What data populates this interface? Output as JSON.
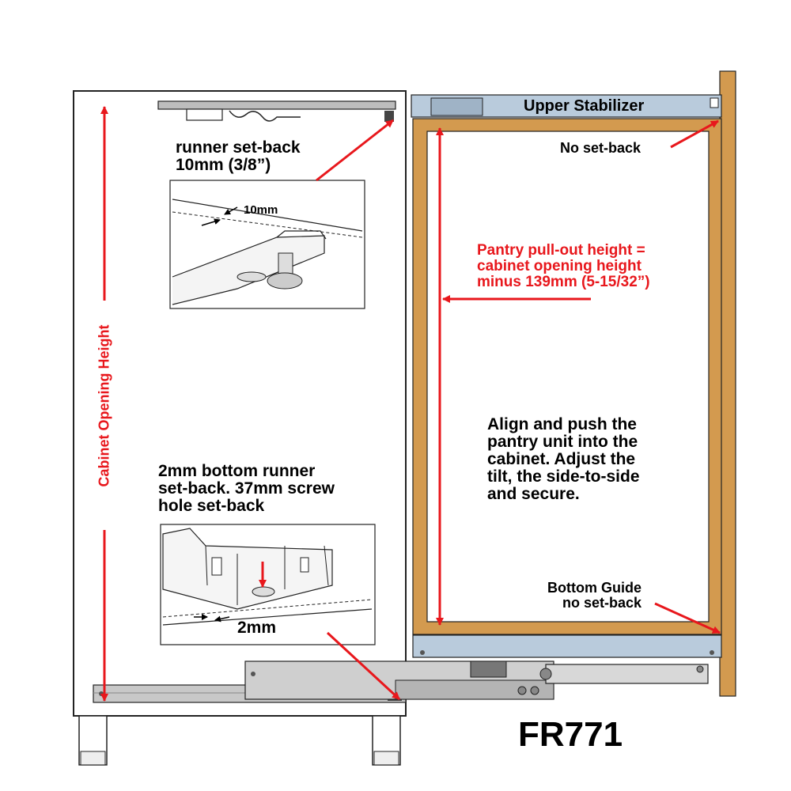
{
  "labels": {
    "runner_setback": "runner set-back\n10mm (3/8”)",
    "mm10": "10mm",
    "bottom_setback": "2mm bottom runner\nset-back.  37mm screw\nhole set-back",
    "mm2": "2mm",
    "cabinet_opening_height": "Cabinet Opening Height",
    "upper_stabilizer": "Upper Stabilizer",
    "no_setback": "No set-back",
    "pantry_height": "Pantry pull-out height =\ncabinet opening height\nminus 139mm (5-15/32”)",
    "align_instructions": "Align and push the\npantry unit into the\ncabinet.  Adjust the\ntilt, the side-to-side\nand secure.",
    "bottom_guide": "Bottom Guide\nno set-back",
    "model": "FR771"
  },
  "colors": {
    "annotation_red": "#e8171c",
    "wood_frame": "#d39a4f",
    "stabilizer_blue": "#b9cbdc",
    "runner_gray": "#c8c8c8"
  }
}
